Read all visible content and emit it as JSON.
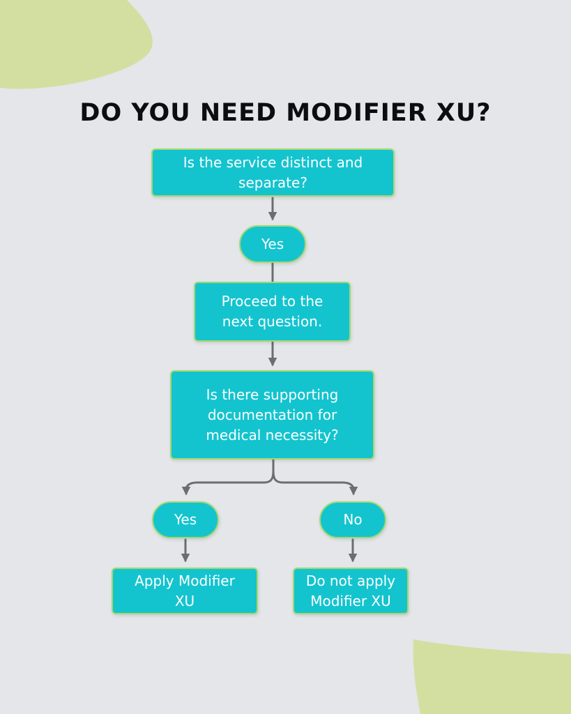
{
  "page": {
    "title": "DO YOU NEED MODIFIER XU?"
  },
  "colors": {
    "background": "#e4e6e9",
    "node_fill": "#13c4cf",
    "node_border": "#a3d96e",
    "node_text": "#ffffff",
    "arrow": "#6a6e71",
    "blob": "#d3dfa1",
    "title_text": "#0c0d10"
  },
  "flowchart": {
    "nodes": [
      {
        "id": "q-service-distinct",
        "type": "rect",
        "label": "Is the service distinct and separate?"
      },
      {
        "id": "answer-yes-1",
        "type": "pill",
        "label": "Yes"
      },
      {
        "id": "proceed-next",
        "type": "rect",
        "label": "Proceed to the next question."
      },
      {
        "id": "q-supporting-docs",
        "type": "rect",
        "label": "Is there supporting documentation for medical necessity?"
      },
      {
        "id": "answer-yes-2",
        "type": "pill",
        "label": "Yes"
      },
      {
        "id": "answer-no",
        "type": "pill",
        "label": "No"
      },
      {
        "id": "outcome-apply",
        "type": "rect",
        "label": "Apply Modifier XU"
      },
      {
        "id": "outcome-do-not-apply",
        "type": "rect",
        "label": "Do not apply Modifier XU"
      }
    ]
  }
}
